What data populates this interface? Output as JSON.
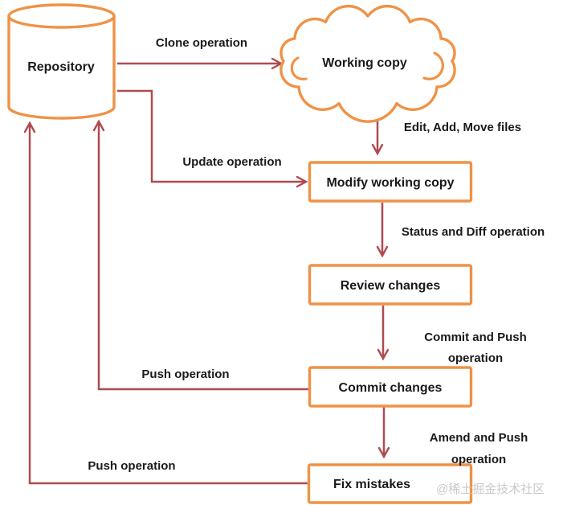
{
  "colors": {
    "shape": "#EF9246",
    "arrow": "#AF4B50",
    "text": "#1A1A1A",
    "watermark_color": "#C9C9C9",
    "background": "#FFFFFF"
  },
  "nodes": {
    "repository": "Repository",
    "working_copy": "Working copy",
    "modify_working_copy": "Modify working copy",
    "review_changes": "Review changes",
    "commit_changes": "Commit changes",
    "fix_mistakes": "Fix mistakes"
  },
  "edges": {
    "clone": "Clone operation",
    "edit_add_move": "Edit, Add, Move files",
    "update": "Update operation",
    "status_diff": "Status and Diff operation",
    "commit_push_line1": "Commit and Push",
    "commit_push_line2": "operation",
    "push_from_commit": "Push operation",
    "amend_push_line1": "Amend and Push",
    "amend_push_line2": "operation",
    "push_from_fix": "Push operation"
  },
  "watermark": "@稀土掘金技术社区"
}
